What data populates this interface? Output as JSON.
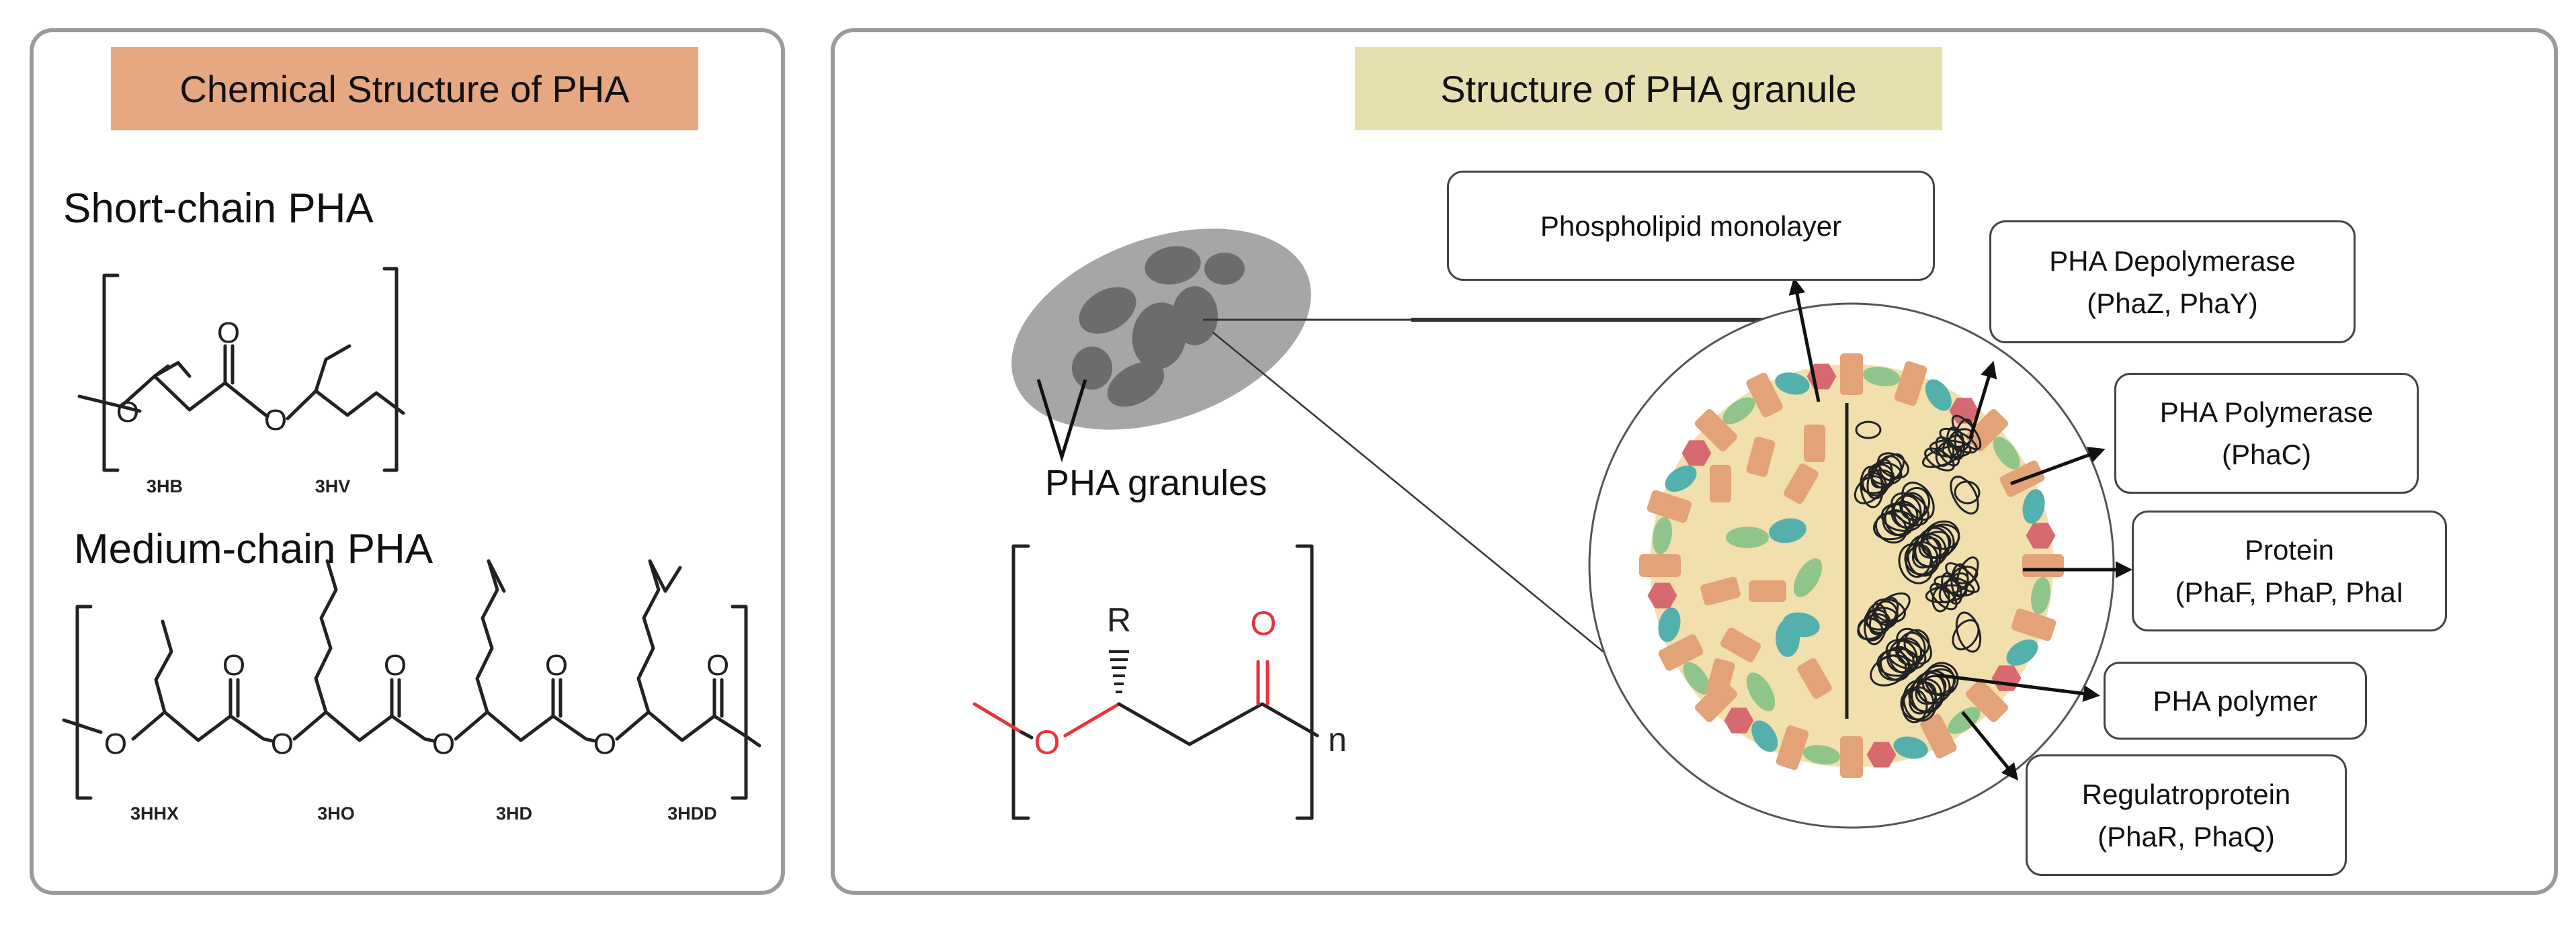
{
  "left_panel": {
    "title": "Chemical Structure of PHA",
    "title_bg": "#e6a882",
    "short_chain": {
      "heading": "Short-chain PHA",
      "monomers": [
        "3HB",
        "3HV"
      ]
    },
    "medium_chain": {
      "heading": "Medium-chain PHA",
      "monomers": [
        "3HHX",
        "3HO",
        "3HD",
        "3HDD"
      ]
    },
    "atom_O": "O"
  },
  "right_panel": {
    "title": "Structure of PHA granule",
    "title_bg": "#e6e0b0",
    "cell_label": "PHA granules",
    "generic_structure": {
      "R": "R",
      "O_ester": "O",
      "O_carbonyl": "O",
      "n": "n",
      "oxygen_color": "#e8333a"
    },
    "callouts": {
      "phospholipid": "Phospholipid monolayer",
      "depolymerase_line1": "PHA Depolymerase",
      "depolymerase_line2": "(PhaZ, PhaY)",
      "polymerase_line1": "PHA Polymerase",
      "polymerase_line2": "(PhaC)",
      "protein_line1": "Protein",
      "protein_line2": "(PhaF, PhaP, PhaI",
      "polymer": "PHA polymer",
      "regulatory_line1": "Regulatroprotein",
      "regulatory_line2": "(PhaR, PhaQ)"
    },
    "colors": {
      "granule_core": "#f1dfae",
      "phasin_orange": "#e3a278",
      "green_protein": "#8fc58a",
      "teal_protein": "#54b0ad",
      "red_protein": "#d66a70",
      "cell_outer": "#a6a6a6",
      "cell_inner": "#6c6c6c"
    }
  }
}
